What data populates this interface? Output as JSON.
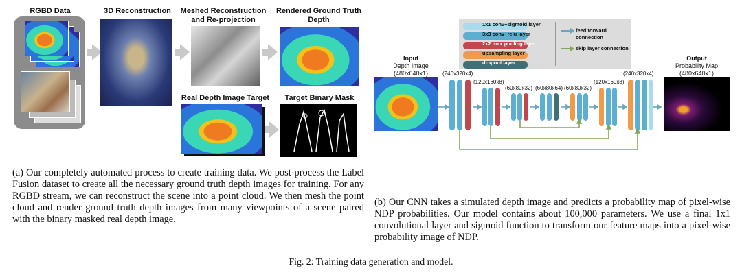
{
  "left_panel": {
    "rgbd_label": "RGBD Data",
    "recon_label": "3D Reconstruction",
    "meshed_label": "Meshed Reconstruction and Re-projection",
    "rendered_label": "Rendered Ground Truth Depth",
    "real_depth_label": "Real Depth Image Target",
    "binary_mask_label": "Target Binary Mask",
    "caption": "(a) Our completely automated process to create training data. We post-process the Label Fusion dataset to create all the necessary ground truth depth images for training. For any RGBD stream, we can reconstruct the scene into a point cloud. We then mesh the point cloud and render ground truth depth images from many viewpoints of a scene paired with the binary masked real depth image."
  },
  "right_panel": {
    "input_title": "Input",
    "input_sub": "Depth Image",
    "input_dims": "(480x640x1)",
    "output_title": "Output",
    "output_sub": "Probability Map",
    "output_dims": "(480x640x1)",
    "legend": {
      "items": [
        {
          "label": "1x1 conv+sigmoid layer",
          "color": "#a8dcec"
        },
        {
          "label": "3x3 conv+relu layer",
          "color": "#5cafd0"
        },
        {
          "label": "2x2 max pooling layer",
          "color": "#c0474c"
        },
        {
          "label": "upsampling layer",
          "color": "#f09a4a"
        },
        {
          "label": "dropout layer",
          "color": "#3f6f78"
        }
      ],
      "feed_forward": "feed forward connection",
      "skip": "skip layer connection",
      "feed_color": "#6aa7bc",
      "skip_color": "#7fa85a"
    },
    "dims": {
      "d1": "(240x320x4)",
      "d2": "(120x160x8)",
      "d3": "(60x80x32)",
      "d4": "(60x80x64)",
      "d5": "(60x80x32)",
      "d6": "(120x160x8)",
      "d7": "(240x320x4)"
    },
    "caption": "(b) Our CNN takes a simulated depth image and predicts a probability map of pixel-wise NDP probabilities. Our model contains about 100,000 parameters. We use a final 1x1 convolutional layer and sigmoid function to transform our feature maps into a pixel-wise probability image of NDP."
  },
  "figure_caption": "Fig. 2: Training data generation and model."
}
